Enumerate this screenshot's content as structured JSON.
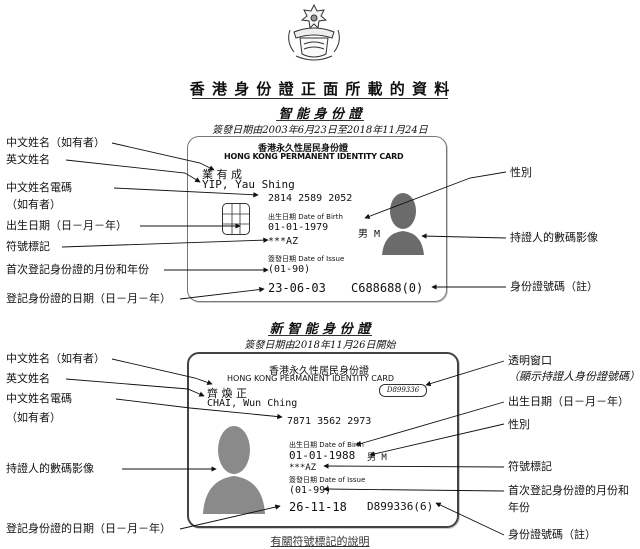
{
  "main_title": "香 港 身 份 證 正 面 所 載 的 資 料",
  "section1": {
    "heading": "智 能 身 份 證",
    "subheading": "簽發日期由2003年6月23日至2018年11月24日",
    "card": {
      "header_cn": "香港永久性居民身份證",
      "header_en": "HONG KONG PERMANENT IDENTITY CARD",
      "chinese_name": "業 有 成",
      "english_name": "YIP, Yau Shing",
      "name_ccc": "2814 2589 2052",
      "dob_label": "出生日期 Date of Birth",
      "dob": "01-01-1979",
      "sex": "男 M",
      "symbols": "***AZ",
      "issue_label": "簽發日期 Date of Issue",
      "first_issue": "(01-90)",
      "issue_date": "23-06-03",
      "id_number": "C688688(0)"
    },
    "labels_left": [
      "中文姓名（如有者）",
      "英文姓名",
      "中文姓名電碼",
      "（如有者）",
      "出生日期（日－月－年）",
      "符號標記",
      "首次登記身份證的月份和年份",
      "登記身份證的日期（日－月－年）"
    ],
    "labels_right": [
      "性別",
      "持證人的數碼影像",
      "身份證號碼（註）"
    ]
  },
  "section2": {
    "heading": "新 智 能 身 份 證",
    "subheading": "簽發日期由2018年11月26日開始",
    "card": {
      "header_cn": "香港永久性居民身份證",
      "header_en": "HONG KONG PERMANENT IDENTITY CARD",
      "window_code": "D899336",
      "chinese_name": "齊 煥 正",
      "english_name": "CHAI, Wun Ching",
      "name_ccc": "7871 3562 2973",
      "dob_label": "出生日期 Date of Birth",
      "dob": "01-01-1988",
      "sex": "男 M",
      "symbols": "***AZ",
      "issue_label": "簽發日期 Date of Issue",
      "first_issue": "(01-99)",
      "issue_date": "26-11-18",
      "id_number": "D899336(6)"
    },
    "labels_left": [
      "中文姓名（如有者）",
      "英文姓名",
      "中文姓名電碼",
      "（如有者）",
      "持證人的數碼影像",
      "登記身份證的日期（日－月－年）"
    ],
    "labels_right": [
      "透明窗口",
      "（顯示持證人身份證號碼）",
      "出生日期（日－月－年）",
      "性別",
      "符號標記",
      "首次登記身份證的月份和",
      "年份",
      "身份證號碼（註）"
    ]
  },
  "footer_link": "有關符號標記的說明",
  "icons": [
    "hong-kong-emblem",
    "portrait-silhouette",
    "smart-chip"
  ]
}
